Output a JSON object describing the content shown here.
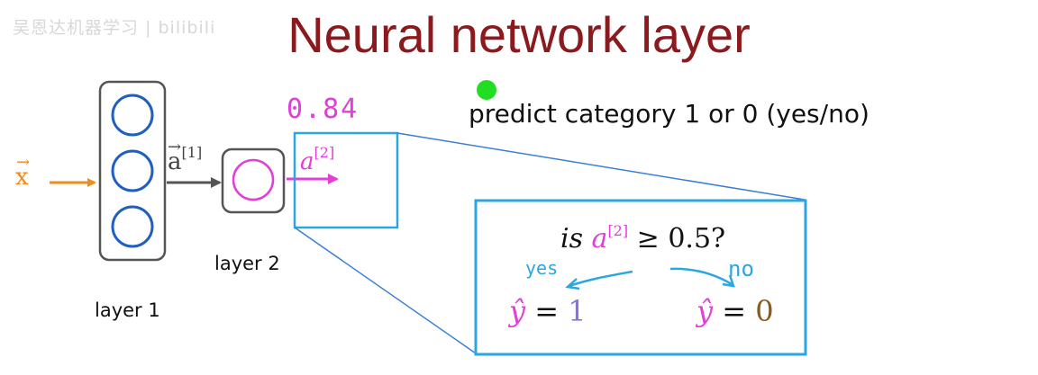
{
  "watermark": "吴恩达机器学习 | bilibili",
  "title": "Neural network layer",
  "prediction_text": "predict category 1 or 0 (yes/no)",
  "output_value": "0.84",
  "layers": {
    "layer1_label": "layer 1",
    "layer2_label": "layer 2",
    "layer1_units": 3,
    "layer2_units": 1
  },
  "symbols": {
    "input": "x",
    "a1_base": "a",
    "a1_sup": "[1]",
    "a2_base": "a",
    "a2_sup": "[2]"
  },
  "decision": {
    "question_prefix": "is",
    "question_var": "a",
    "question_sup": "[2]",
    "question_rest": "≥ 0.5?",
    "yes_label": "yes",
    "no_label": "no",
    "yhat": "ŷ",
    "equals": "=",
    "yes_value": "1",
    "no_value": "0"
  },
  "colors": {
    "title": "#8a1a1e",
    "neuron_layer1": "#1f5fbf",
    "neuron_layer2": "#e23ed8",
    "input_arrow": "#f28a1c",
    "zoom_box": "#2aa6e0"
  }
}
